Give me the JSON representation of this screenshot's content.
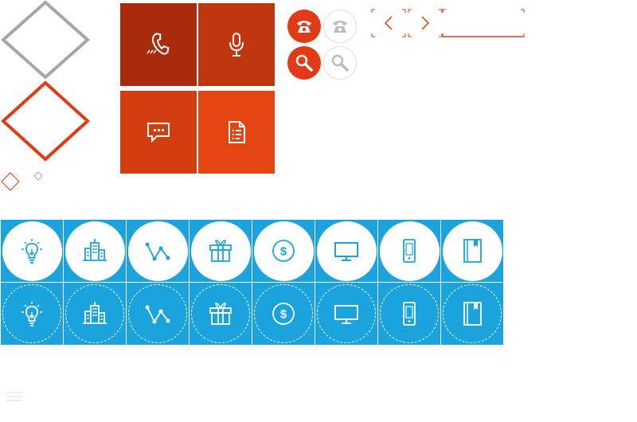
{
  "colors": {
    "gray": "#a6a6a6",
    "orange": "#e03b16",
    "tile_phone": "#a92b0e",
    "tile_mic": "#c0360f",
    "tile_chat": "#d33e10",
    "tile_doc": "#e54510",
    "blue": "#1aa3dc",
    "light": "#dedede"
  },
  "diamonds": [
    {
      "name": "large-gray-diamond",
      "color": "gray"
    },
    {
      "name": "large-orange-diamond",
      "color": "orange"
    },
    {
      "name": "small-orange-diamond",
      "color": "orange"
    },
    {
      "name": "tiny-gray-diamond",
      "color": "gray"
    }
  ],
  "tiles": [
    {
      "icon": "phone-icon",
      "color": "tile_phone"
    },
    {
      "icon": "microphone-icon",
      "color": "tile_mic"
    },
    {
      "icon": "chat-icon",
      "color": "tile_chat"
    },
    {
      "icon": "document-icon",
      "color": "tile_doc"
    }
  ],
  "round_buttons": [
    {
      "icon": "phone-icon",
      "state": "active"
    },
    {
      "icon": "phone-icon",
      "state": "inactive"
    },
    {
      "icon": "search-icon",
      "state": "active"
    },
    {
      "icon": "search-icon",
      "state": "inactive"
    }
  ],
  "nav": {
    "prev_icon": "chevron-left-icon",
    "next_icon": "chevron-right-icon",
    "input_value": ""
  },
  "icon_grid": {
    "icons": [
      "lightbulb-icon",
      "building-icon",
      "line-graph-icon",
      "gift-icon",
      "dollar-icon",
      "monitor-icon",
      "phone-device-icon",
      "book-icon"
    ],
    "rows": [
      "solid-circle",
      "dashed-circle"
    ]
  },
  "menu_icon": "hamburger-menu-icon"
}
